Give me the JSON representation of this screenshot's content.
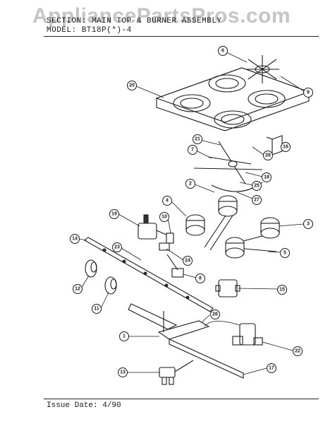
{
  "watermark": "AppliancePartsPros.com",
  "header": {
    "section_line": "SECTION: MAIN TOP & BURNER ASSEMBLY",
    "model_line": "MODEL:  BT18P(*)-4"
  },
  "footer": {
    "issue_date": "Issue Date: 4/90"
  },
  "callouts": [
    {
      "id": "c6",
      "label": "6"
    },
    {
      "id": "c9a",
      "label": "9"
    },
    {
      "id": "c20",
      "label": "20"
    },
    {
      "id": "c21",
      "label": "21"
    },
    {
      "id": "c7",
      "label": "7"
    },
    {
      "id": "c28",
      "label": "28"
    },
    {
      "id": "c16",
      "label": "16"
    },
    {
      "id": "c18",
      "label": "18"
    },
    {
      "id": "c2",
      "label": "2"
    },
    {
      "id": "c25",
      "label": "25"
    },
    {
      "id": "c27",
      "label": "27"
    },
    {
      "id": "c4",
      "label": "4"
    },
    {
      "id": "c19",
      "label": "19"
    },
    {
      "id": "c10",
      "label": "10"
    },
    {
      "id": "c3",
      "label": "3"
    },
    {
      "id": "c14",
      "label": "14"
    },
    {
      "id": "c23",
      "label": "23"
    },
    {
      "id": "c24",
      "label": "24"
    },
    {
      "id": "c5",
      "label": "5"
    },
    {
      "id": "c8",
      "label": "8"
    },
    {
      "id": "c12",
      "label": "12"
    },
    {
      "id": "c15",
      "label": "15"
    },
    {
      "id": "c11",
      "label": "11"
    },
    {
      "id": "c26",
      "label": "26"
    },
    {
      "id": "c1",
      "label": "1"
    },
    {
      "id": "c22",
      "label": "22"
    },
    {
      "id": "c17",
      "label": "17"
    },
    {
      "id": "c13",
      "label": "13"
    }
  ]
}
